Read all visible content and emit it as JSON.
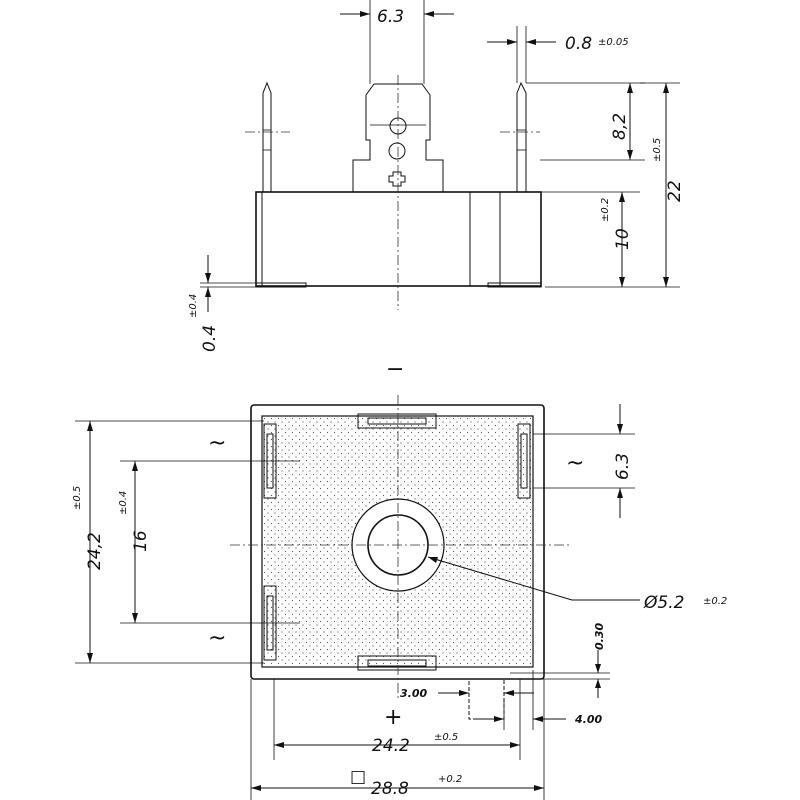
{
  "drawing": {
    "side_view": {
      "tab_width": "6.3",
      "pin_thickness": "0.8",
      "pin_thickness_tol": "±0.05",
      "pin_height": "8,2",
      "total_height": "22",
      "total_height_tol": "±0.5",
      "body_height": "10",
      "body_height_tol": "±0.2",
      "foot_height": "0.4",
      "foot_height_tol": "±0.4"
    },
    "top_view": {
      "minus_symbol": "−",
      "plus_symbol": "+",
      "ac_symbol": "~",
      "inner_height": "24,2",
      "inner_height_tol": "±0.5",
      "pin_spacing": "16",
      "pin_spacing_tol": "±0.4",
      "pin_pitch": "6.3",
      "hole_diameter": "Ø5.2",
      "hole_diameter_tol": "±0.2",
      "lead_thickness": "0.30",
      "lead_width": "3.00",
      "lead_offset": "4.00",
      "inner_width": "24.2",
      "inner_width_tol": "±0.5",
      "square_symbol": "□",
      "outer_width": "28.8",
      "outer_width_tol": "+0.2"
    }
  }
}
